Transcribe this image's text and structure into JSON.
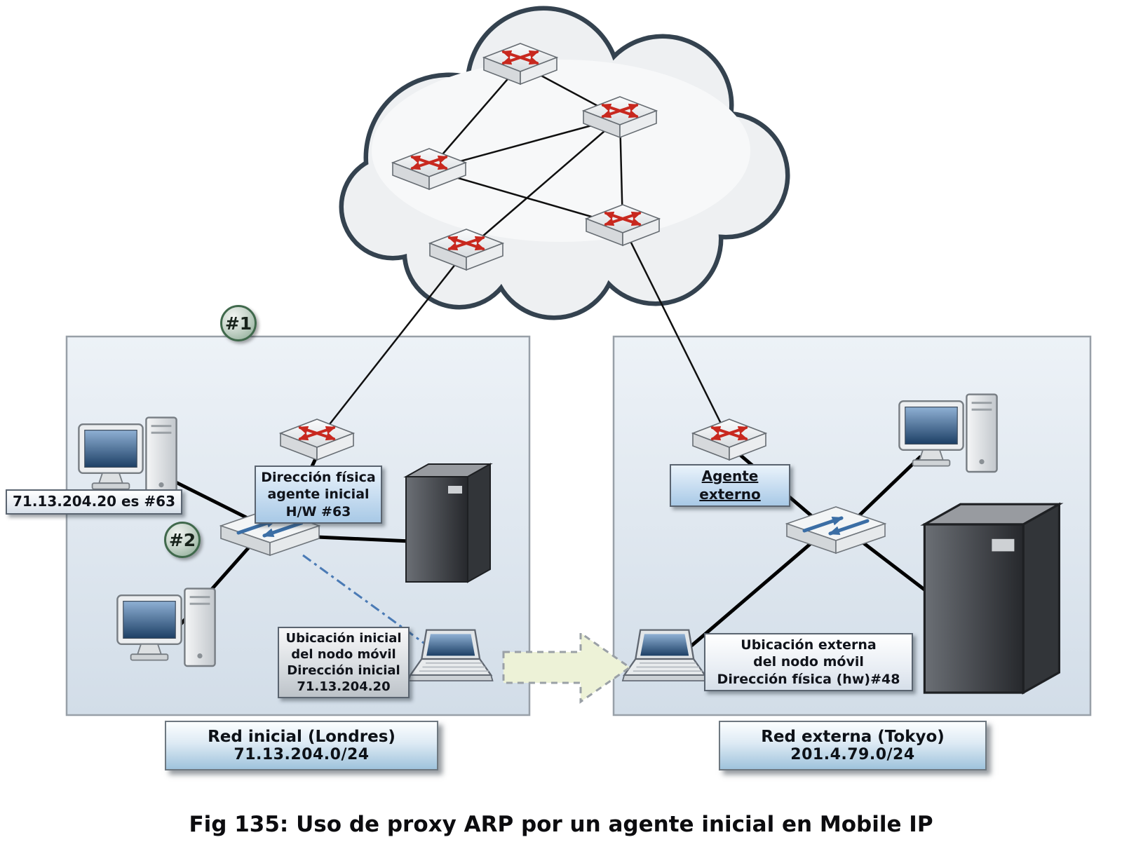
{
  "caption": "Fig 135: Uso de proxy ARP por un agente inicial en Mobile IP",
  "badges": {
    "step1": "#1",
    "step2": "#2"
  },
  "labels": {
    "arp_mapping": "71.13.204.20 es #63",
    "home_agent_hw": "Dirección física\nagente inicial\nH/W #63",
    "home_node_location": "Ubicación inicial\ndel nodo móvil\nDirección inicial\n71.13.204.20",
    "foreign_agent": "Agente externo",
    "foreign_node_location": "Ubicación externa\ndel nodo móvil\nDirección física (hw)#48"
  },
  "networks": {
    "home": {
      "name": "Red inicial (Londres)",
      "subnet": "71.13.204.0/24"
    },
    "foreign": {
      "name": "Red externa (Tokyo)",
      "subnet": "201.4.79.0/24"
    }
  },
  "colors": {
    "router_x": "#c8281e",
    "switch_arrows": "#3b6ea5",
    "screen_blue": "#1d4066",
    "cloud_outline": "#34424f",
    "move_arrow_fill": "#edf2d7"
  }
}
